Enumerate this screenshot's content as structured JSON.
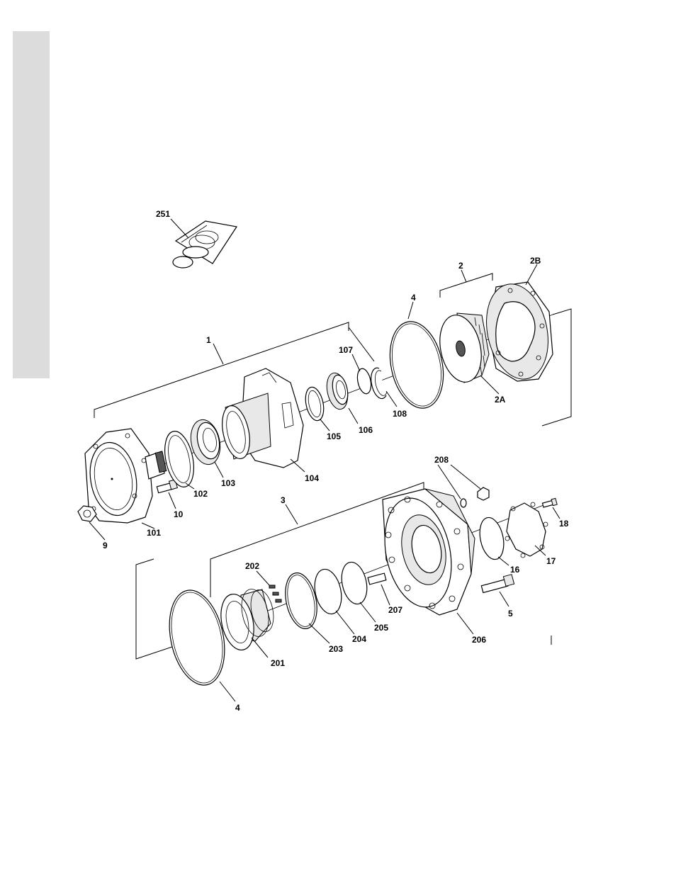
{
  "diagram": {
    "type": "exploded-parts-view",
    "labels": {
      "l251": "251",
      "l2": "2",
      "l2B": "2B",
      "l4_top": "4",
      "l1": "1",
      "l107": "107",
      "l108": "108",
      "l2A": "2A",
      "l105": "105",
      "l106": "106",
      "l104": "104",
      "l103": "103",
      "l102": "102",
      "l101": "101",
      "l10": "10",
      "l9": "9",
      "l208": "208",
      "l3": "3",
      "l18": "18",
      "l17": "17",
      "l16": "16",
      "l202": "202",
      "l207": "207",
      "l205": "205",
      "l204": "204",
      "l203": "203",
      "l201": "201",
      "l206": "206",
      "l5": "5",
      "l4_bottom": "4"
    }
  }
}
